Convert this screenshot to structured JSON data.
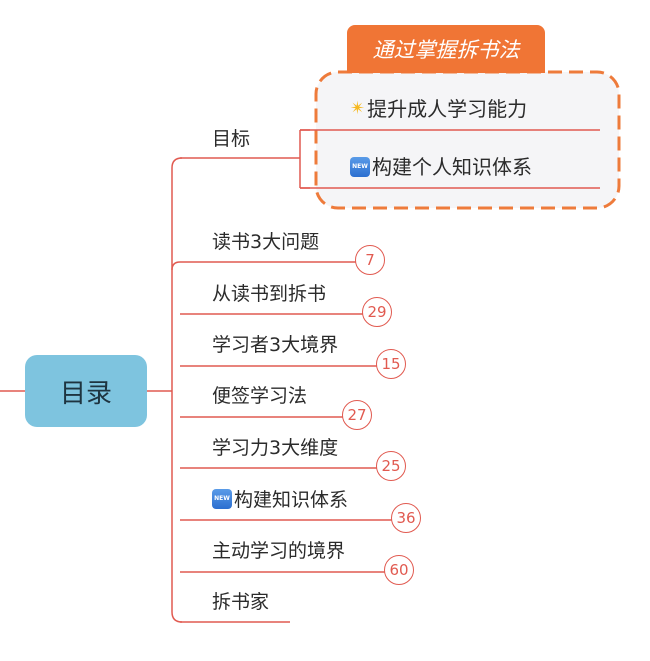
{
  "root": {
    "label": "目录"
  },
  "branches": [
    {
      "label": "目标",
      "icon": ""
    },
    {
      "label": "读书3大问题",
      "badge": "7"
    },
    {
      "label": "从读书到拆书",
      "badge": "29"
    },
    {
      "label": "学习者3大境界",
      "badge": "15"
    },
    {
      "label": "便签学习法",
      "badge": "27"
    },
    {
      "label": "学习力3大维度",
      "badge": "25"
    },
    {
      "label": "构建知识体系",
      "badge": "36",
      "icon": "new-icon"
    },
    {
      "label": "主动学习的境界",
      "badge": "60"
    },
    {
      "label": "拆书家"
    }
  ],
  "goal": {
    "callout": "通过掌握拆书法",
    "items": [
      {
        "label": "提升成人学习能力",
        "icon": "sparkle-star-icon"
      },
      {
        "label": "构建个人知识体系",
        "icon": "new-icon"
      }
    ]
  },
  "colors": {
    "line": "#e15a50",
    "root_fill": "#7ec4df",
    "callout_fill": "#f07535",
    "boundary": "#ee7b3b",
    "boundary_fill": "#f5f5f7"
  }
}
